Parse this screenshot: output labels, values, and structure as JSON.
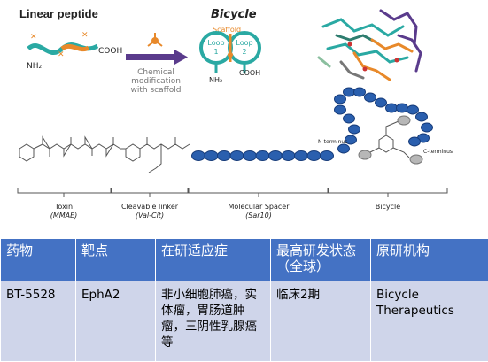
{
  "figure": {
    "top": {
      "linear_title": "Linear peptide",
      "nh2": "NH₂",
      "cooh": "COOH",
      "arrow_caption": [
        "Chemical",
        "modification",
        "with scaffold"
      ],
      "bicycle_title": "Bicycle",
      "scaffold": "Scaffold",
      "loop1": [
        "Loop",
        "1"
      ],
      "loop2": [
        "Loop",
        "2"
      ]
    },
    "conjugate": {
      "n_terminus": "N-terminus",
      "c_terminus": "C-terminus",
      "segments": [
        {
          "name": "Toxin",
          "sub": "(MMAE)"
        },
        {
          "name": "Cleavable linker",
          "sub": "(Val-Cit)"
        },
        {
          "name": "Molecular Spacer",
          "sub": "(Sar10)"
        },
        {
          "name": "Bicycle",
          "sub": ""
        }
      ]
    },
    "colors": {
      "teal": "#2aa9a3",
      "orange": "#e8892a",
      "purple": "#5a3b8c",
      "bead": "#2a5fae",
      "bead_dark": "#173c7a"
    }
  },
  "table": {
    "headers": [
      "药物",
      "靶点",
      "在研适应症",
      "最高研发状态（全球）",
      "原研机构"
    ],
    "rows": [
      [
        "BT-5528",
        "EphA2",
        "非小细胞肺癌，实体瘤，胃肠道肿瘤，三阴性乳腺癌等",
        "临床2期",
        "Bicycle Therapeutics"
      ]
    ]
  }
}
